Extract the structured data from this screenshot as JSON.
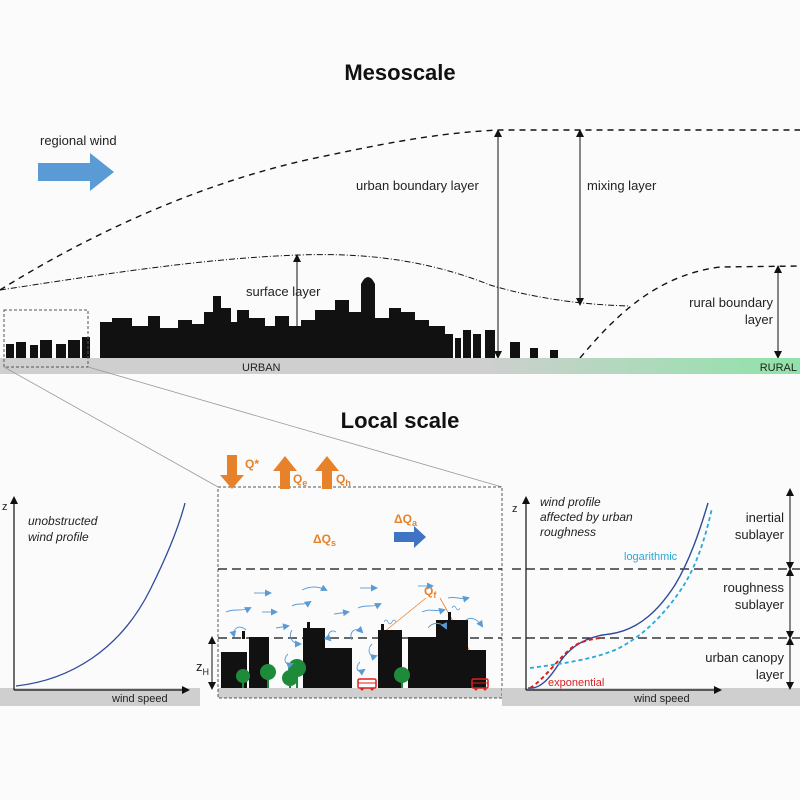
{
  "titles": {
    "mesoscale": "Mesoscale",
    "local_scale": "Local scale"
  },
  "mesoscale": {
    "regional_wind": "regional wind",
    "urban_boundary_layer": "urban boundary layer",
    "mixing_layer": "mixing layer",
    "surface_layer": "surface layer",
    "rural_boundary_layer_line1": "rural boundary",
    "rural_boundary_layer_line2": "layer",
    "ground_urban": "URBAN",
    "ground_rural": "RURAL"
  },
  "left_plot": {
    "axis_z": "z",
    "axis_x": "wind speed",
    "caption_line1": "unobstructed",
    "caption_line2": "wind profile"
  },
  "center_box": {
    "q_star": "Q*",
    "q_e": "Q",
    "q_e_sub": "e",
    "q_h": "Q",
    "q_h_sub": "h",
    "dq_s": "ΔQ",
    "dq_s_sub": "s",
    "dq_a": "ΔQ",
    "dq_a_sub": "a",
    "q_f": "Q",
    "q_f_sub": "f",
    "z_h": "z",
    "z_h_sub": "H"
  },
  "right_plot": {
    "axis_z": "z",
    "axis_x": "wind speed",
    "caption_line1": "wind profile",
    "caption_line2": "affected by urban",
    "caption_line3": "roughness",
    "logarithmic": "logarithmic",
    "exponential": "exponential",
    "inertial_line1": "inertial",
    "inertial_line2": "sublayer",
    "roughness_line1": "roughness",
    "roughness_line2": "sublayer",
    "canopy_line1": "urban canopy",
    "canopy_line2": "layer"
  },
  "colors": {
    "wind_arrow": "#5b9bd5",
    "flux_arrow": "#e8822a",
    "rural_green": "#8fe3a8",
    "ground_gray": "#cfcfcf",
    "building": "#111111",
    "tree": "#1e8b3a",
    "bus": "#e02020",
    "profile_blue": "#2f4a9a",
    "logarithmic_cyan": "#26a9d8",
    "exponential_red": "#d62020"
  }
}
